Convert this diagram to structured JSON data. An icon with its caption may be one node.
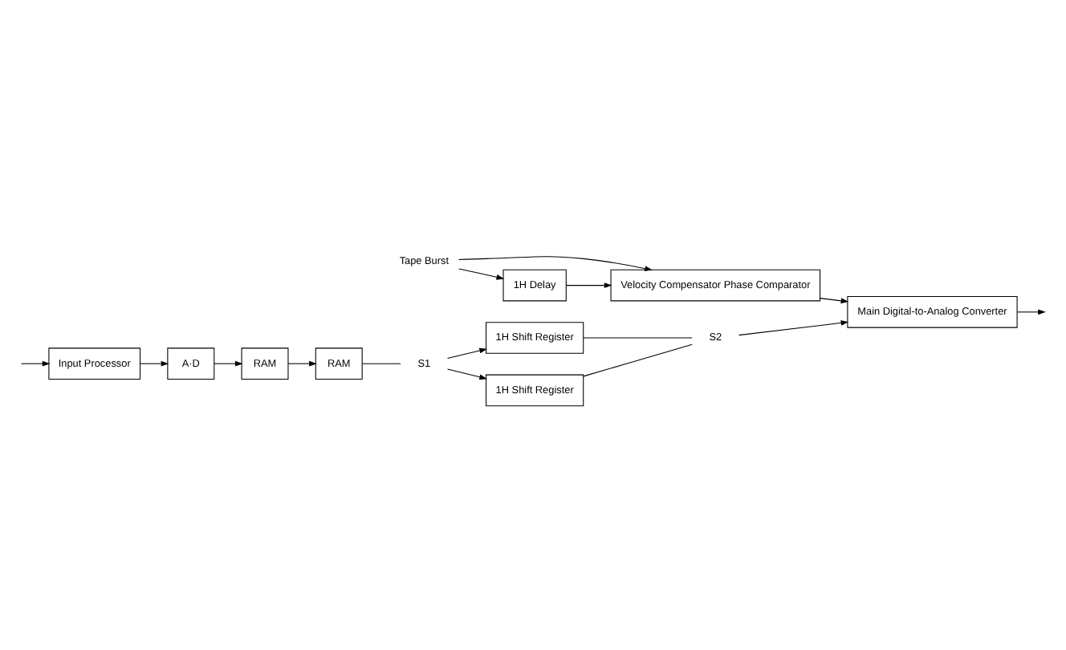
{
  "diagram": {
    "nodes": [
      {
        "text": [
          "A·D"
        ]
      },
      {
        "text": [
          "RAM"
        ]
      },
      {
        "text": [
          "Input Processor"
        ]
      },
      {
        "text": [
          "RAM"
        ]
      },
      {
        "text": [
          "S1"
        ]
      },
      {
        "text": [
          "1H Shift Register"
        ]
      },
      {
        "text": [
          "S2"
        ]
      },
      {
        "text": [
          "Main Digital-to-Analog Converter"
        ]
      },
      {
        "text": [
          "1H Shift Register"
        ]
      },
      {
        "text": [
          "Velocity Compensator Phase Comparator"
        ]
      },
      {
        "text": [
          "Tape Burst"
        ]
      },
      {
        "text": [
          "1H Delay"
        ]
      }
    ],
    "edges": [
      {
        "from": null,
        "to": 2,
        "arrow": "to"
      },
      {
        "from": 2,
        "to": 0,
        "arrow": "to"
      },
      {
        "from": 0,
        "to": 1,
        "arrow": "to"
      },
      {
        "from": 1,
        "to": 3,
        "arrow": "to"
      },
      {
        "from": 3,
        "to": 4,
        "arrow": "none"
      },
      {
        "from": 4,
        "to": 5,
        "arrow": "to"
      },
      {
        "from": 4,
        "to": 8,
        "arrow": "to"
      },
      {
        "from": 5,
        "to": 6,
        "arrow": "none"
      },
      {
        "from": 8,
        "to": 6,
        "arrow": "none"
      },
      {
        "from": 6,
        "to": 7,
        "arrow": "to"
      },
      {
        "from": 7,
        "to": null,
        "arrow": "to"
      },
      {
        "from": 9,
        "to": 7,
        "arrow": "to"
      },
      {
        "from": 10,
        "to": 9,
        "arrow": "to"
      },
      {
        "from": 10,
        "to": 11,
        "arrow": "to"
      },
      {
        "from": 11,
        "to": 9,
        "arrow": "to"
      }
    ]
  }
}
